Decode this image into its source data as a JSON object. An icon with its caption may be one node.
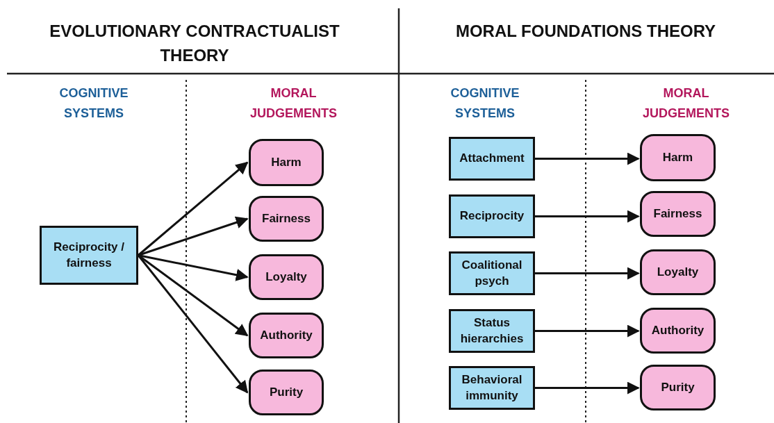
{
  "diagram": {
    "nodes": [
      {
        "text": [
          "Reciprocity / fairness"
        ]
      },
      {
        "text": [
          "Harm"
        ]
      },
      {
        "text": [
          "Fairness"
        ]
      },
      {
        "text": [
          "Loyalty"
        ]
      },
      {
        "text": [
          "Authority"
        ]
      },
      {
        "text": [
          "Purity"
        ]
      },
      {
        "text": [
          "Attachment"
        ]
      },
      {
        "text": [
          "Reciprocity"
        ]
      },
      {
        "text": [
          "Coalitional psych"
        ]
      },
      {
        "text": [
          "Status hierarchies"
        ]
      },
      {
        "text": [
          "Behavioral immunity"
        ]
      },
      {
        "text": [
          "Harm"
        ]
      },
      {
        "text": [
          "Fairness"
        ]
      },
      {
        "text": [
          "Loyalty"
        ]
      },
      {
        "text": [
          "Authority"
        ]
      },
      {
        "text": [
          "Purity"
        ]
      }
    ],
    "edges": [
      {
        "from": 0,
        "to": 1,
        "arrow": "to"
      },
      {
        "from": 0,
        "to": 2,
        "arrow": "to"
      },
      {
        "from": 0,
        "to": 3,
        "arrow": "to"
      },
      {
        "from": 0,
        "to": 4,
        "arrow": "to"
      },
      {
        "from": 0,
        "to": 5,
        "arrow": "to"
      },
      {
        "from": 6,
        "to": 11,
        "arrow": "to"
      },
      {
        "from": 7,
        "to": 12,
        "arrow": "to"
      },
      {
        "from": 8,
        "to": 13,
        "arrow": "to"
      },
      {
        "from": 9,
        "to": 14,
        "arrow": "to"
      },
      {
        "from": 10,
        "to": 15,
        "arrow": "to"
      }
    ],
    "labels": [
      "EVOLUTIONARY CONTRACTUALIST THEORY",
      "MORAL FOUNDATIONS THEORY",
      "COGNITIVE SYSTEMS",
      "MORAL JUDGEMENTS",
      "COGNITIVE SYSTEMS",
      "MORAL JUDGEMENTS"
    ]
  }
}
